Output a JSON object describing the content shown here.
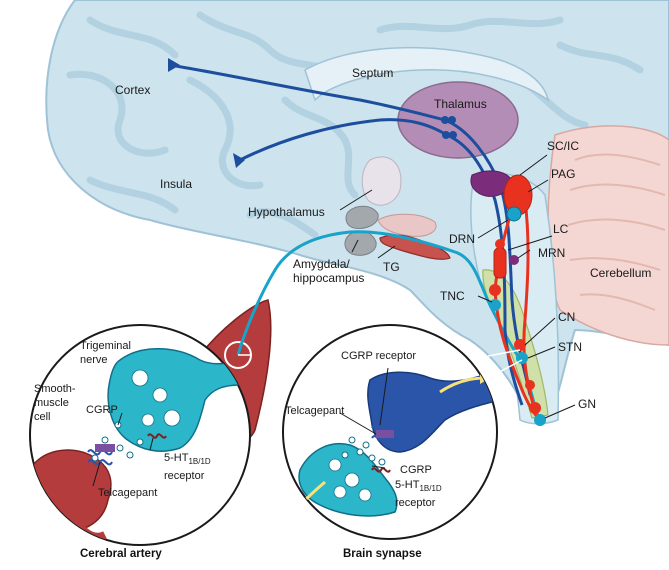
{
  "colors": {
    "brain_fill": "#cde3ee",
    "brain_outline": "#9fc3d6",
    "gyri": "#b2d1e1",
    "thalamus": "#b48db6",
    "cerebellum": "#f4d7d2",
    "blue_pathway": "#1d4e9e",
    "cyan_pathway": "#1aa3c9",
    "red_pathway": "#e8321f",
    "tnc_band": "#cfe0a8",
    "artery": "#b43c3c",
    "neuron_cyan": "#2bb6c9",
    "neuron_blue": "#2a55a8",
    "telcagepant": "#7b4fa0"
  },
  "labels": {
    "cortex": "Cortex",
    "septum": "Septum",
    "thalamus": "Thalamus",
    "insula": "Insula",
    "sc_ic": "SC/IC",
    "pag": "PAG",
    "hypothalamus": "Hypothalamus",
    "drn": "DRN",
    "lc": "LC",
    "mrn": "MRN",
    "cerebellum": "Cerebellum",
    "amygdala_line1": "Amygdala/",
    "amygdala_line2": "hippocampus",
    "tg": "TG",
    "tnc": "TNC",
    "cn": "CN",
    "stn": "STN",
    "gn": "GN"
  },
  "left_inset": {
    "trigeminal_line1": "Trigeminal",
    "trigeminal_line2": "nerve",
    "smooth_line1": "Smooth-",
    "smooth_line2": "muscle",
    "smooth_line3": "cell",
    "cgrp": "CGRP",
    "receptor_prefix": "5-HT",
    "receptor_sub": "1B/1D",
    "receptor_word": "receptor",
    "telcagepant": "Telcagepant",
    "caption": "Cerebral artery"
  },
  "right_inset": {
    "cgrp_receptor": "CGRP receptor",
    "telcagepant": "Telcagepant",
    "cgrp": "CGRP",
    "receptor_prefix": "5-HT",
    "receptor_sub": "1B/1D",
    "receptor_word": "receptor",
    "caption": "Brain synapse"
  }
}
